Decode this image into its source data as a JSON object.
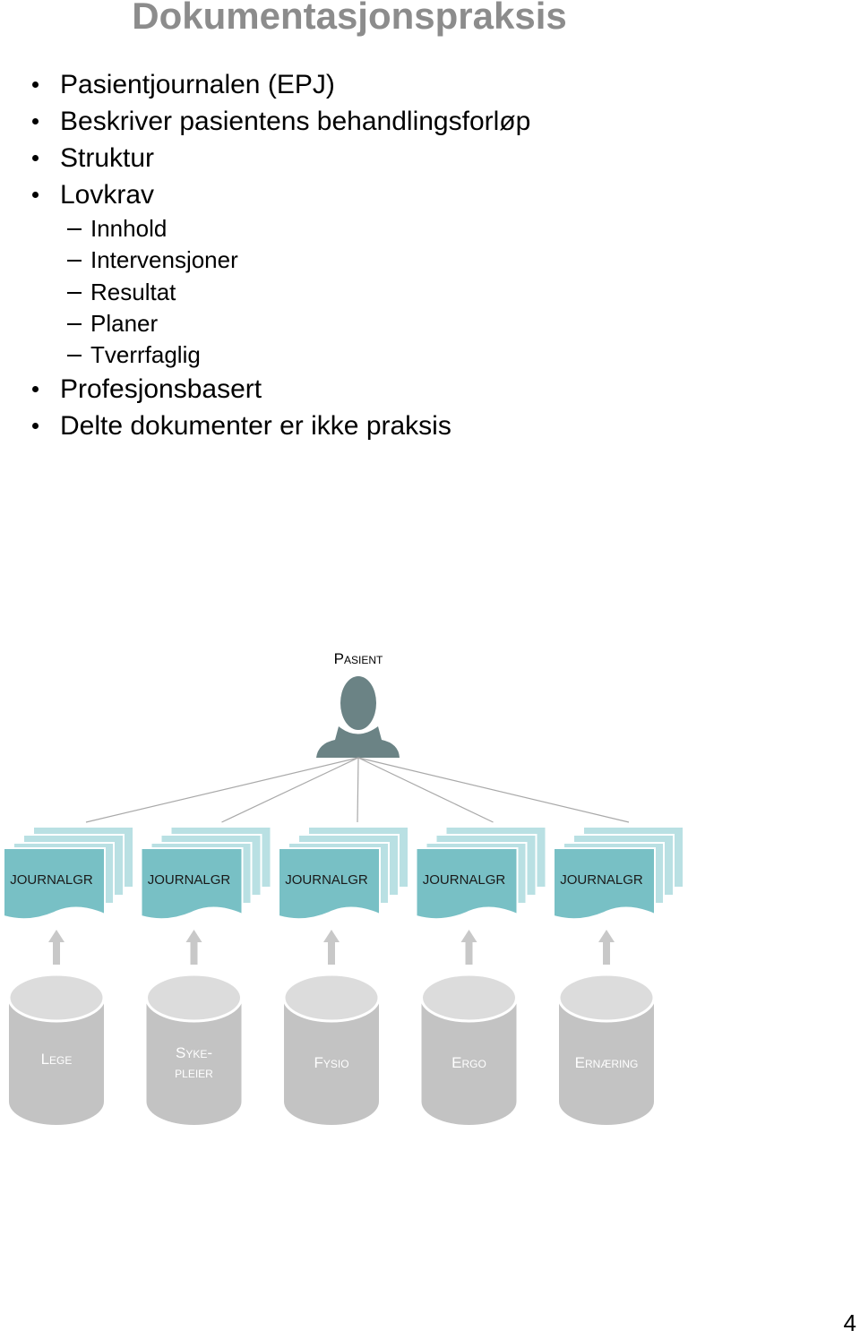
{
  "title": "Dokumentasjonspraksis",
  "bullets": [
    "Pasientjournalen (EPJ)",
    "Beskriver pasientens behandlingsforløp",
    "Struktur",
    "Lovkrav"
  ],
  "sub_bullets": [
    "Innhold",
    "Intervensjoner",
    "Resultat",
    "Planer",
    "Tverrfaglig"
  ],
  "bullets_after": [
    "Profesjonsbasert",
    "Delte dokumenter er ikke praksis"
  ],
  "diagram": {
    "patient_label": "Pasient",
    "journal_label": "JOURNALGR",
    "databases": [
      {
        "line1": "Lege",
        "line2": ""
      },
      {
        "line1": "Syke-",
        "line2": "pleier"
      },
      {
        "line1": "Fysio",
        "line2": ""
      },
      {
        "line1": "Ergo",
        "line2": ""
      },
      {
        "line1": "Ernæring",
        "line2": ""
      }
    ],
    "colors": {
      "person": "#6b8385",
      "journal_front": "#78c0c5",
      "journal_back": "#b9e0e3",
      "db_body": "#c3c3c3",
      "db_top": "#dcdcdc",
      "db_text": "#ffffff",
      "arrow": "#c8c8c8",
      "connector": "#a9a9a9"
    }
  },
  "page_number": "4"
}
